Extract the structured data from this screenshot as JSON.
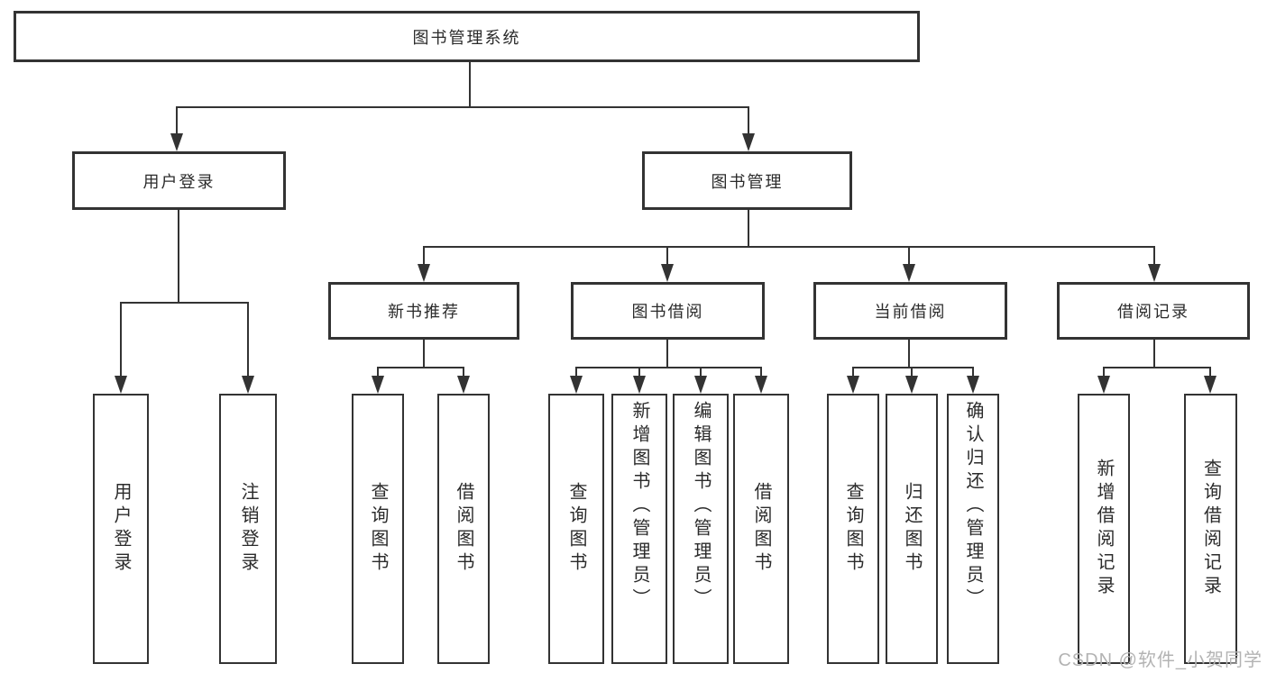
{
  "diagram": {
    "root": {
      "label": "图书管理系统"
    },
    "level2": [
      {
        "label": "用户登录"
      },
      {
        "label": "图书管理"
      }
    ],
    "level3": [
      {
        "label": "新书推荐"
      },
      {
        "label": "图书借阅"
      },
      {
        "label": "当前借阅"
      },
      {
        "label": "借阅记录"
      }
    ],
    "leaves": {
      "user_login": [
        {
          "label": "用户登录"
        },
        {
          "label": "注销登录"
        }
      ],
      "new_book": [
        {
          "label": "查询图书"
        },
        {
          "label": "借阅图书"
        }
      ],
      "book_borrow": [
        {
          "label": "查询图书"
        },
        {
          "label": "新增图书（管理员）"
        },
        {
          "label": "编辑图书（管理员）"
        },
        {
          "label": "借阅图书"
        }
      ],
      "current_borrow": [
        {
          "label": "查询图书"
        },
        {
          "label": "归还图书"
        },
        {
          "label": "确认归还（管理员）"
        }
      ],
      "borrow_record": [
        {
          "label": "新增借阅记录"
        },
        {
          "label": "查询借阅记录"
        }
      ]
    }
  },
  "watermark": {
    "text": "CSDN @软件_小贺同学"
  },
  "colors": {
    "line": "#333333",
    "background": "#ffffff",
    "watermark": "#b3b3b3"
  }
}
